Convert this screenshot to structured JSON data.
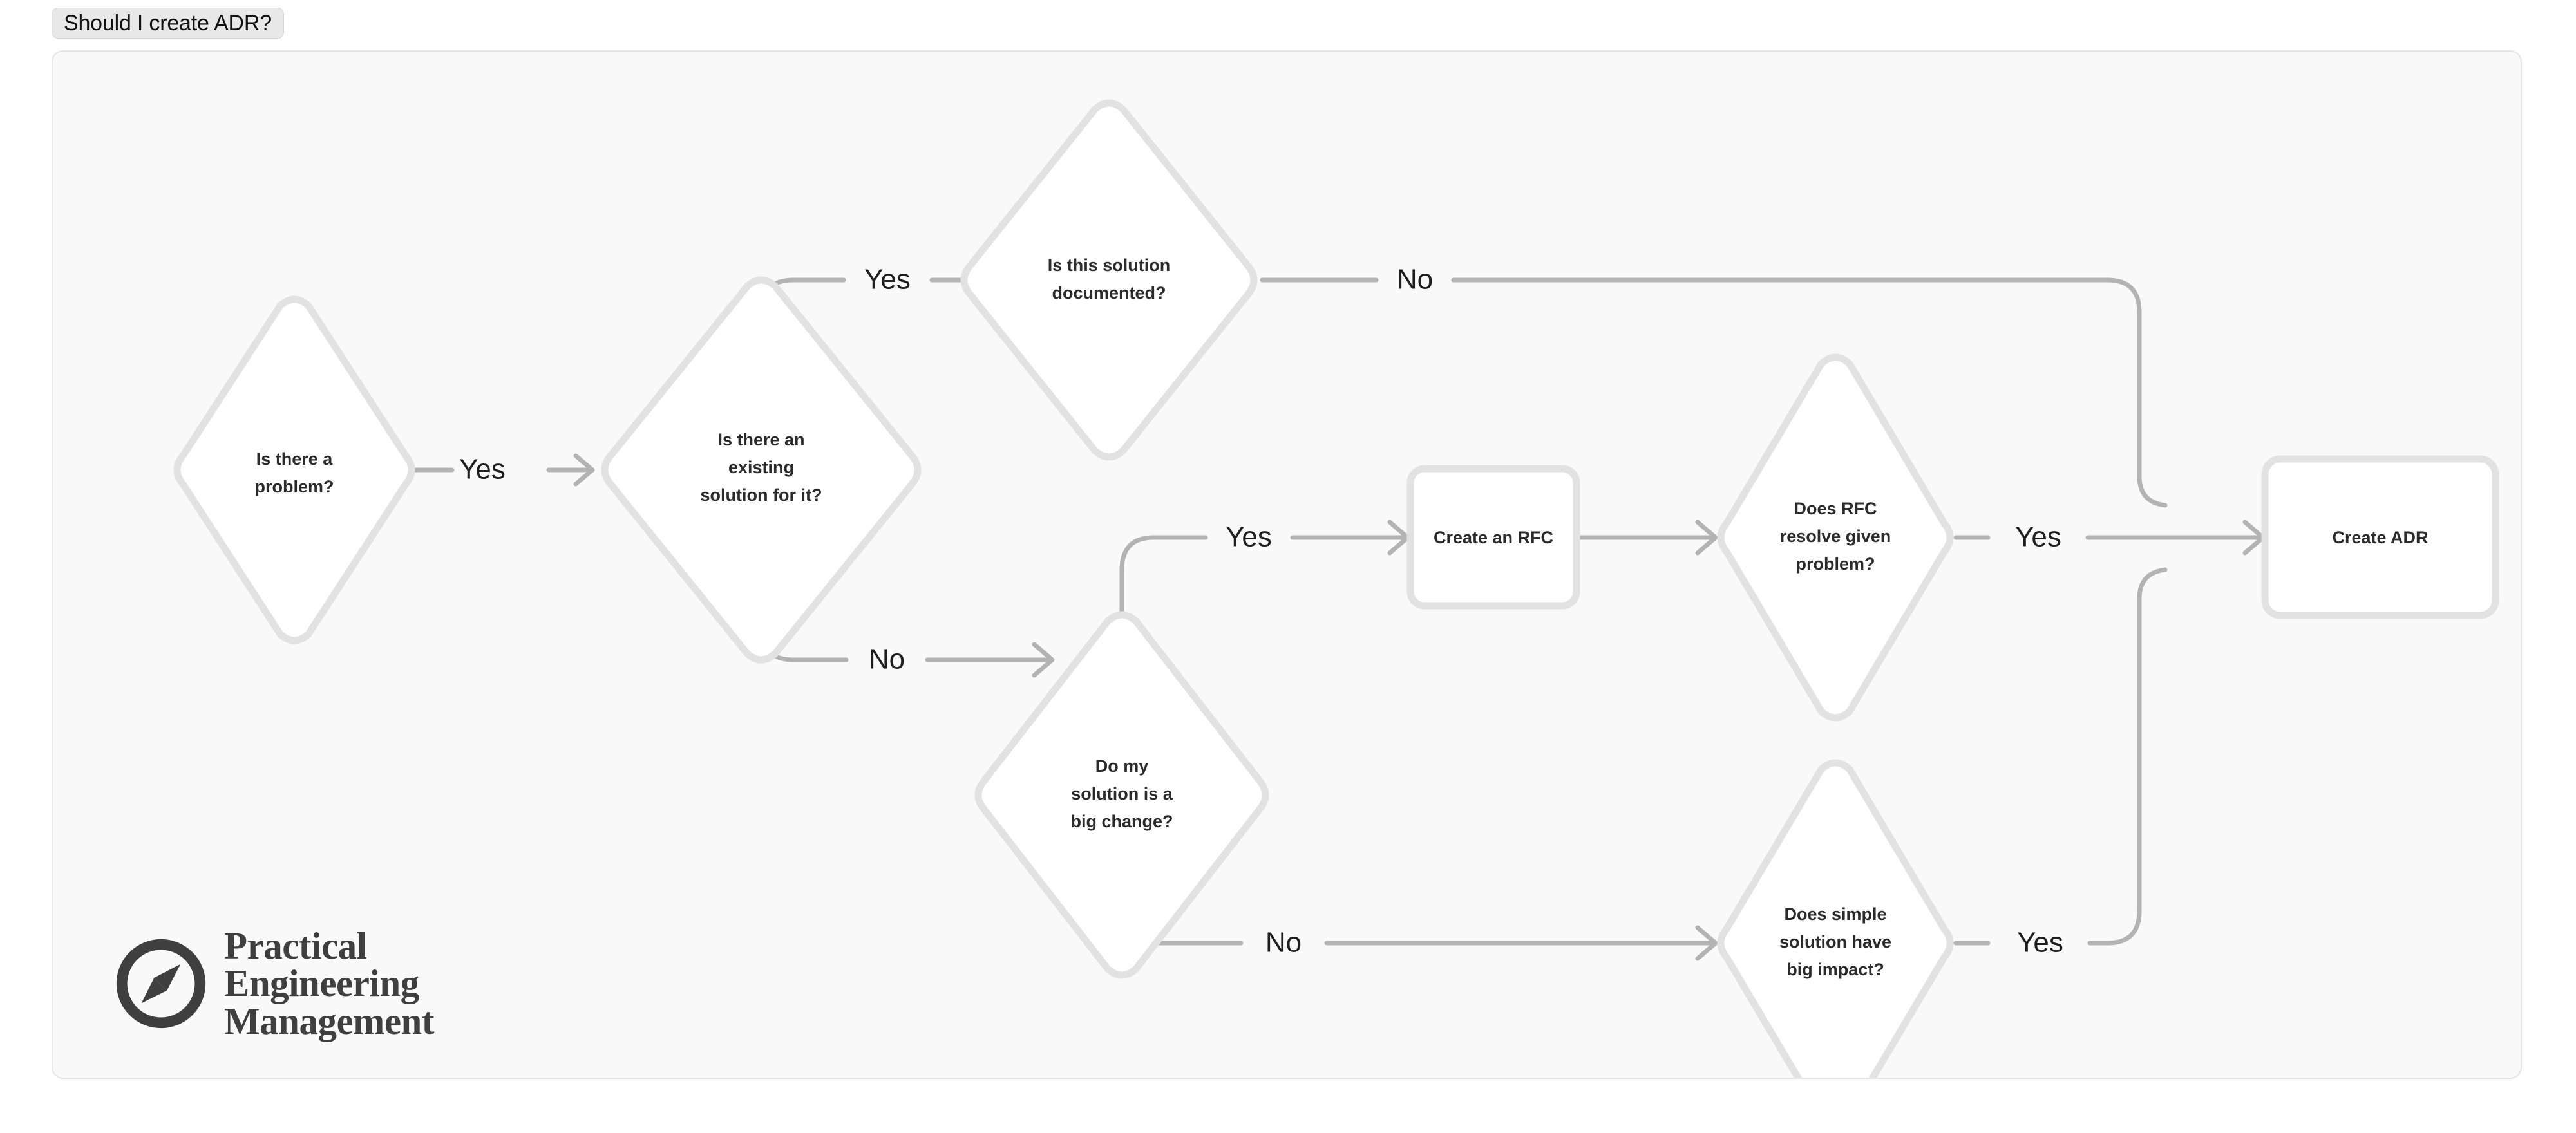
{
  "title_tab": {
    "label": "Should I create ADR?"
  },
  "diagram": {
    "type": "flowchart",
    "nodes": [
      {
        "id": "problem",
        "shape": "diamond",
        "lines": [
          "Is there a",
          "problem?"
        ]
      },
      {
        "id": "existing",
        "shape": "diamond",
        "lines": [
          "Is there an",
          "existing",
          "solution for it?"
        ]
      },
      {
        "id": "documented",
        "shape": "diamond",
        "lines": [
          "Is this solution",
          "documented?"
        ]
      },
      {
        "id": "bigchange",
        "shape": "diamond",
        "lines": [
          "Do my",
          "solution is a",
          "big change?"
        ]
      },
      {
        "id": "createrfc",
        "shape": "rect",
        "lines": [
          "Create an RFC"
        ]
      },
      {
        "id": "rfcresolve",
        "shape": "diamond",
        "lines": [
          "Does RFC",
          "resolve given",
          "problem?"
        ]
      },
      {
        "id": "simpleimpact",
        "shape": "diamond",
        "lines": [
          "Does simple",
          "solution have",
          "big impact?"
        ]
      },
      {
        "id": "createadr",
        "shape": "rect",
        "lines": [
          "Create ADR"
        ]
      }
    ],
    "edges": [
      {
        "from": "problem",
        "to": "existing",
        "label": "Yes"
      },
      {
        "from": "existing",
        "to": "documented",
        "label": "Yes"
      },
      {
        "from": "existing",
        "to": "bigchange",
        "label": "No"
      },
      {
        "from": "documented",
        "to": "createadr",
        "label": "No"
      },
      {
        "from": "bigchange",
        "to": "createrfc",
        "label": "Yes"
      },
      {
        "from": "bigchange",
        "to": "simpleimpact",
        "label": "No"
      },
      {
        "from": "createrfc",
        "to": "rfcresolve",
        "label": ""
      },
      {
        "from": "rfcresolve",
        "to": "createadr",
        "label": "Yes"
      },
      {
        "from": "simpleimpact",
        "to": "createadr",
        "label": "Yes"
      }
    ],
    "labels": {
      "yes_problem_to_existing": "Yes",
      "yes_existing_to_documented": "Yes",
      "no_documented_to_adr": "No",
      "no_existing_to_bigchange": "No",
      "yes_bigchange_to_rfc": "Yes",
      "no_bigchange_to_simple": "No",
      "yes_rfc_to_adr": "Yes",
      "yes_simple_to_adr": "Yes"
    },
    "node_text": {
      "problem_l1": "Is there a",
      "problem_l2": "problem?",
      "existing_l1": "Is there an",
      "existing_l2": "existing",
      "existing_l3": "solution for it?",
      "documented_l1": "Is this solution",
      "documented_l2": "documented?",
      "bigchange_l1": "Do my",
      "bigchange_l2": "solution is a",
      "bigchange_l3": "big change?",
      "createrfc_l1": "Create an RFC",
      "rfcresolve_l1": "Does RFC",
      "rfcresolve_l2": "resolve given",
      "rfcresolve_l3": "problem?",
      "simpleimpact_l1": "Does simple",
      "simpleimpact_l2": "solution have",
      "simpleimpact_l3": "big impact?",
      "createadr_l1": "Create ADR"
    },
    "colors": {
      "canvas_bg": "#f9f9f9",
      "canvas_border": "#e4e4e4",
      "node_fill": "#ffffff",
      "node_border": "#e2e2e2",
      "edge": "#b3b3b3",
      "node_text": "#2b2b2b",
      "edge_label_text": "#1e1e1e",
      "tab_bg": "#e8e8e8"
    }
  },
  "logo": {
    "icon": "compass-icon",
    "line1": "Practical",
    "line2": "Engineering",
    "line3": "Management"
  }
}
